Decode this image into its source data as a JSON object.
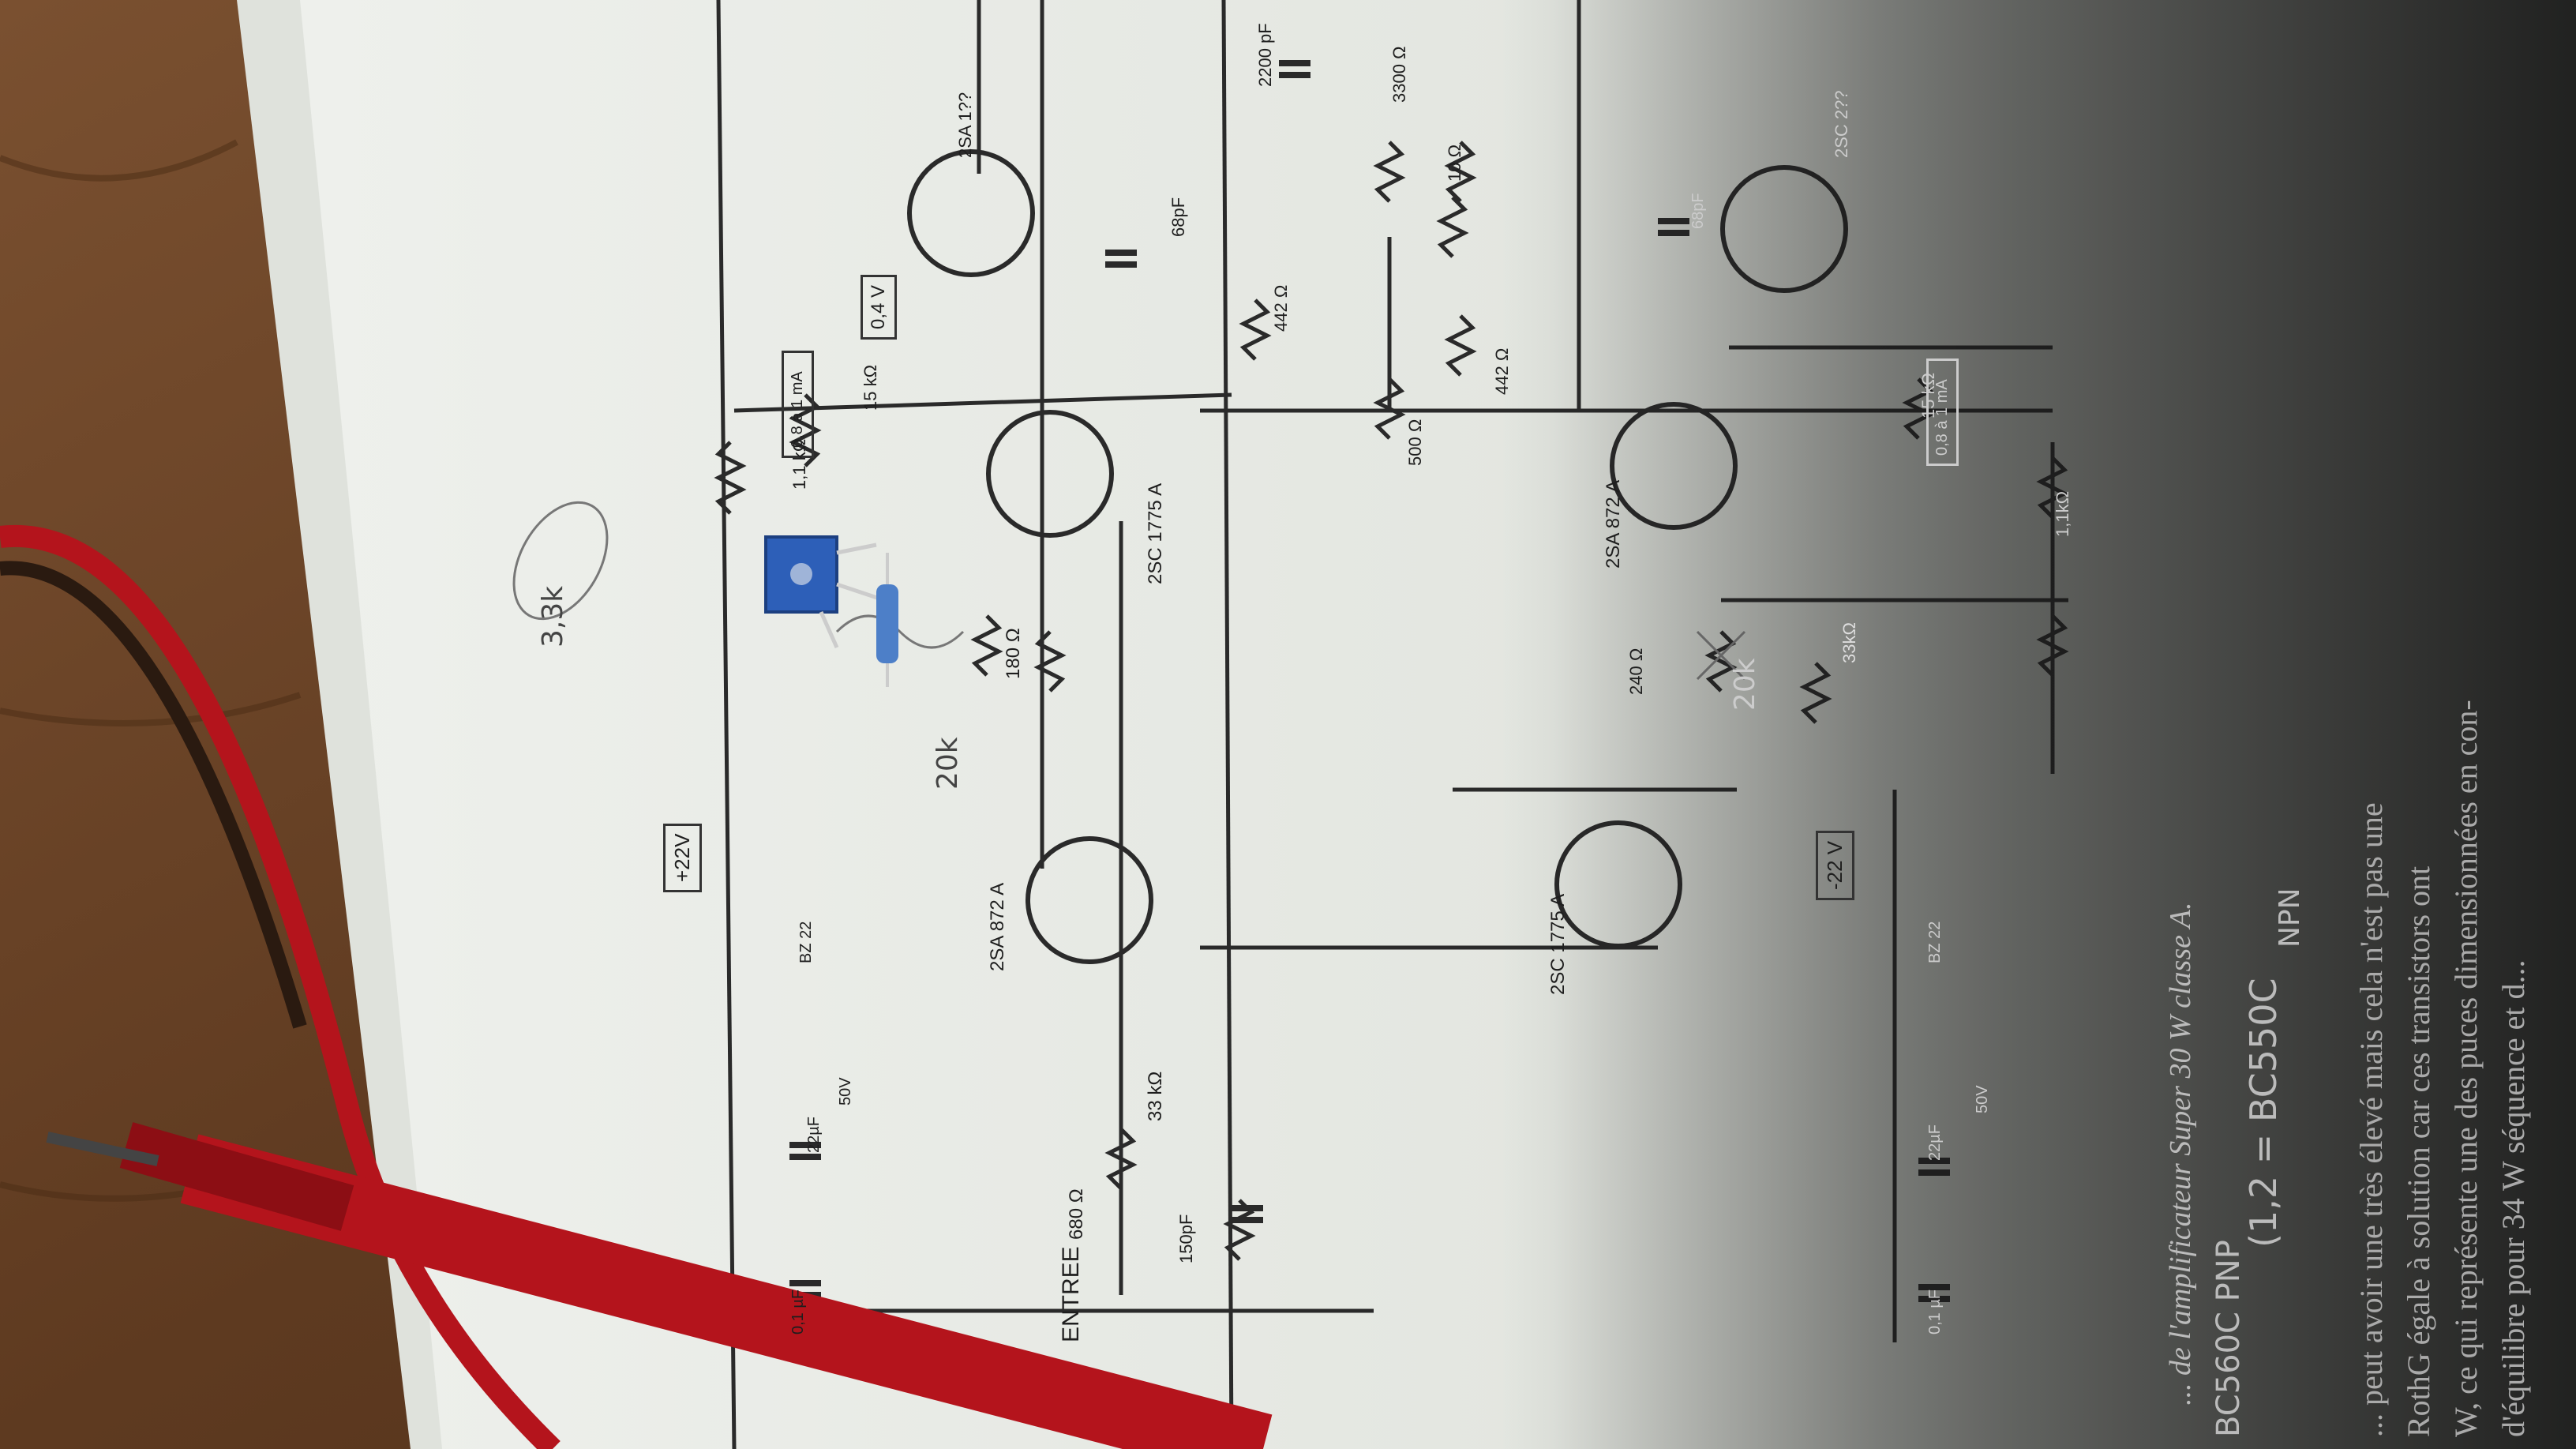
{
  "schematic": {
    "caption": "... de l'amplificateur Super 30 W classe A.",
    "input_label": "ENTREE",
    "supply_pos": "+22V",
    "supply_neg": "-22 V",
    "voltage_box": "0,4 V",
    "current_box_1": "0,8 à 1 mA",
    "current_box_2": "0,8 à 1 mA",
    "transistors": {
      "q1": "2SA 872 A",
      "q2": "2SC 1775 A",
      "q3": "2SC 1775 A",
      "q4": "2SA 872 A",
      "q5": "2SA 1??",
      "q6": "2SC 2??"
    },
    "components": {
      "r_in": "680 Ω",
      "r_33k": "33 kΩ",
      "c_150p": "150pF",
      "r_180": "180 Ω",
      "r_1_1k": "1,1 kΩ",
      "r_15k": "15 kΩ",
      "c_68p": "68pF",
      "r_442": "442 Ω",
      "r_442b": "442 Ω",
      "c_2200p": "2200 pF",
      "r_3300": "3300 Ω",
      "r_10": "10 Ω",
      "pot_500": "500 Ω",
      "r_240": "240 Ω",
      "r_33k_b": "33kΩ",
      "r_15k_b": "15 kΩ",
      "r_1_1k_b": "1,1kΩ",
      "c_01_a": "0,1 µF",
      "c_22u_a": "22µF",
      "v_50_a": "50V",
      "zener_a": "BZ 22",
      "c_01_b": "0,1 µF",
      "c_22u_b": "22µF",
      "v_50_b": "50V",
      "zener_b": "BZ 22",
      "c_68p_b": "68pF"
    }
  },
  "handwriting": {
    "note_1": "BC560C PNP",
    "note_2": "(1,2 = BC550C",
    "note_3": "NPN",
    "note_4": "3,3k",
    "note_5": "20k",
    "note_6": "20k"
  },
  "text_block": {
    "line_1": "... peut avoir une très élevé mais cela n'est pas une",
    "line_2": "RothG égale à   solution car ces transistors ont",
    "line_3": "W, ce qui représente une  des puces dimensionnées en con-",
    "line_4": "d'équilibre pour 34 W   séquence et d..."
  },
  "colors": {
    "table": "#6b4428",
    "paper": "#e9ebe6",
    "ink": "#2a2a2a",
    "probe": "#b4141c",
    "trimmer": "#2d5fb8"
  }
}
